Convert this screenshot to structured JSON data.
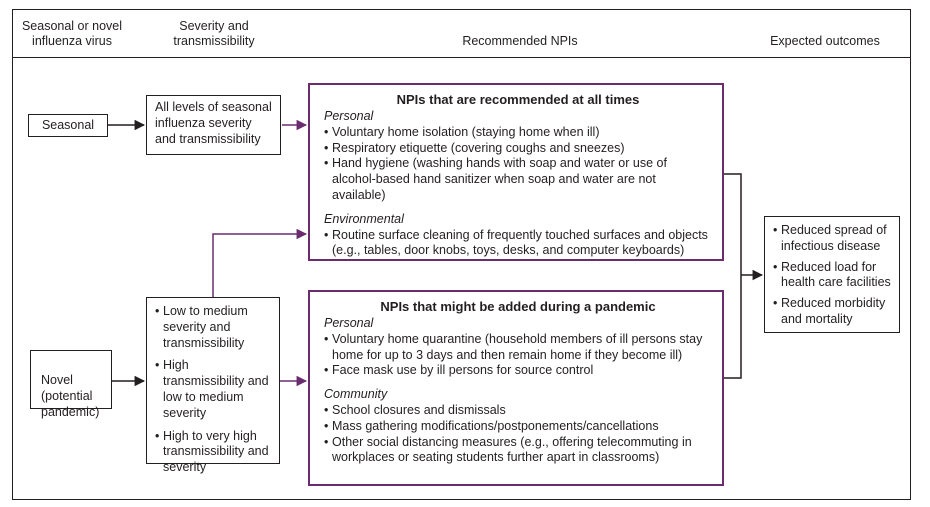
{
  "headers": {
    "virus": "Seasonal or novel\ninfluenza virus",
    "severity": "Severity and\ntransmissibility",
    "npis": "Recommended NPIs",
    "outcomes": "Expected outcomes"
  },
  "seasonal": {
    "label": "Seasonal",
    "severity_text": "All levels of seasonal influenza severity and transmissibility"
  },
  "novel": {
    "label": "Novel\n(potential\npandemic)",
    "severity_items": [
      "Low to medium severity and transmissibility",
      "High transmissibility and low to medium severity",
      "High to very high transmissibility and severity"
    ]
  },
  "all_times": {
    "title": "NPIs that are recommended at all times",
    "personal_heading": "Personal",
    "personal_items": [
      "Voluntary home isolation (staying home when ill)",
      "Respiratory etiquette (covering coughs and sneezes)",
      "Hand hygiene (washing hands with soap and water or use of alcohol-based hand sanitizer when soap and water are not available)"
    ],
    "environmental_heading": "Environmental",
    "environmental_items": [
      "Routine surface cleaning of frequently touched surfaces and objects (e.g., tables, door knobs, toys, desks, and computer keyboards)"
    ]
  },
  "pandemic": {
    "title": "NPIs that might be added during a pandemic",
    "personal_heading": "Personal",
    "personal_items": [
      "Voluntary home quarantine (household members of ill persons stay home for up to 3 days and then remain home if they become ill)",
      "Face mask use by ill persons for source control"
    ],
    "community_heading": "Community",
    "community_items": [
      "School closures and dismissals",
      "Mass gathering modifications/postponements/cancellations",
      "Other social distancing measures (e.g., offering telecommuting in workplaces or seating students further apart in classrooms)"
    ]
  },
  "outcomes": {
    "items": [
      "Reduced spread of infectious disease",
      "Reduced load for health care facilities",
      "Reduced morbidity and mortality"
    ]
  },
  "colors": {
    "ink": "#231f20",
    "purple": "#6a2c6e"
  }
}
